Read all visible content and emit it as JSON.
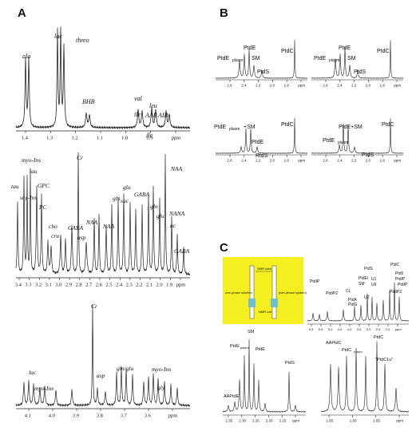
{
  "panels": {
    "A": {
      "letter": "A",
      "top": {
        "peaks": [
          "ala",
          "lac",
          "threo",
          "BHB",
          "val",
          "leu",
          "ile",
          "AAB",
          "AIB",
          "ile"
        ],
        "ticks": [
          "1.4",
          "1.3",
          "1.2",
          "1.1",
          "1.0",
          "0.9",
          "ppm"
        ]
      },
      "middle": {
        "peaks": [
          "tau",
          "myo-Ins",
          "tau",
          "scy-Ins",
          "GPC",
          "PC",
          "Cr",
          "cho",
          "cru",
          "GABA",
          "asp",
          "NAA",
          "NAA",
          "gln",
          "glu",
          "suc",
          "GABA",
          "gln",
          "glu",
          "NAA",
          "NANA",
          "ac",
          "GABA"
        ],
        "ticks": [
          "3.4",
          "3.3",
          "3.2",
          "3.1",
          "3.0",
          "2.9",
          "2.8",
          "2.7",
          "2.6",
          "2.5",
          "2.4",
          "2.3",
          "2.2",
          "2.1",
          "2.0",
          "1.9",
          "ppm"
        ]
      },
      "bottom": {
        "peaks": [
          "Cr",
          "lac",
          "myo-Ins",
          "asp",
          "gln/glu",
          "myo-Ins",
          "gly"
        ],
        "ticks": [
          "4.1",
          "4.0",
          "3.9",
          "3.8",
          "3.7",
          "3.6",
          "ppm"
        ]
      }
    },
    "B": {
      "letter": "B",
      "ticks": [
        "2.6",
        "2.4",
        "2.2",
        "2.0",
        "1.8",
        "ppm"
      ],
      "spectra": [
        {
          "labels": [
            "PtdC",
            "PtdE",
            "PtdE",
            "plasm",
            "SM",
            "PtdS"
          ]
        },
        {
          "labels": [
            "PtdC",
            "PtdE",
            "PtdE",
            "plasm",
            "SM",
            "PtdS"
          ]
        },
        {
          "labels": [
            "PtdE",
            "plasm",
            "+SM",
            "PtdC",
            "PtdE",
            "PtdS"
          ]
        },
        {
          "labels": [
            "PtdE+SM",
            "PtdC",
            "PtdE",
            "plasm",
            "PtdS"
          ]
        }
      ]
    },
    "C": {
      "letter": "C",
      "schematic": {
        "labels": [
          "NMR tube",
          "one-phase solution",
          "(two-phase system)",
          "NMR coil"
        ]
      },
      "wide": {
        "labels": [
          "PtdS",
          "PtdIP",
          "PtdC",
          "PtdI/",
          "PtdIP",
          "PtdIP2",
          "PtdE/",
          "SM",
          "U1",
          "U6",
          "CL",
          "PtdA",
          "PtdG",
          "U2",
          "PtdIP",
          "PtdIP2"
        ],
        "ticks": [
          "6.5",
          "5.5",
          "5.0",
          "4.5",
          "4.0",
          "3.5",
          "3.0",
          "2.5",
          "2.0",
          "ppm"
        ]
      },
      "zoom_left": {
        "labels": [
          "SM",
          "PtdE",
          "plasm",
          "PtdE",
          "AAPtdE",
          "PtdS"
        ],
        "ticks": [
          "2.35",
          "2.30",
          "2.25",
          "2.20",
          "2.15",
          "ppm"
        ]
      },
      "zoom_right": {
        "labels": [
          "PtdC",
          "AAPtdC",
          "PtdC",
          "plasm",
          "\"PtdC1u\""
        ],
        "ticks": [
          "1.65",
          "1.60",
          "1.55",
          "ppm"
        ]
      }
    }
  },
  "colors": {
    "schematic_bg": "#f5ef1f",
    "coil": "#6fbfd0",
    "ink": "#222222"
  }
}
